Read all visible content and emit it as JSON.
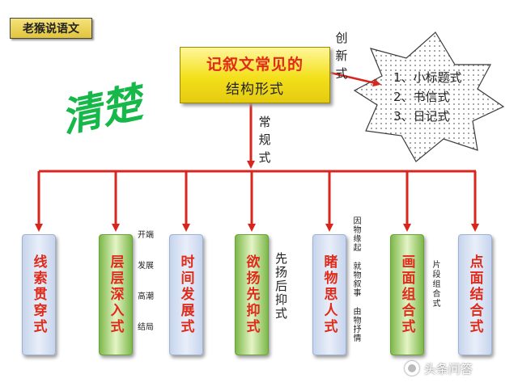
{
  "tag": "老猴说语文",
  "main_box": {
    "line1": "记叙文常见的",
    "line2": "结构形式"
  },
  "innovative": {
    "label": "创新式",
    "chars": [
      "创",
      "新",
      "式"
    ]
  },
  "innovative_items": [
    "1、小标题式",
    "2、书信式",
    "3、日记式"
  ],
  "regular": {
    "label": "常规式",
    "chars": [
      "常",
      "规",
      "式"
    ]
  },
  "handwriting": "清楚",
  "columns": [
    {
      "label": "线索贯穿式",
      "style": "blue"
    },
    {
      "label": "层层深入式",
      "style": "green"
    },
    {
      "label": "时间发展式",
      "style": "blue"
    },
    {
      "label": "欲扬先抑式",
      "style": "green"
    },
    {
      "label": "睹物思人式",
      "style": "blue"
    },
    {
      "label": "画面组合式",
      "style": "green"
    },
    {
      "label": "点面结合式",
      "style": "blue"
    }
  ],
  "notes": {
    "layered": [
      "开端",
      "发展",
      "高潮",
      "结局"
    ],
    "suppress": "先扬后抑式",
    "object": [
      "因物缘起",
      "就物叙事",
      "由物抒情"
    ],
    "picture": "片段组合式"
  },
  "watermark": "头条问答",
  "colors": {
    "arrow_red": "#d8261e",
    "title_red": "#e02a1a",
    "hand_green": "#17b84a",
    "box_yellow": "#f3df1a",
    "blue_column": "#c6d4ec",
    "green_column": "#7db84a"
  }
}
